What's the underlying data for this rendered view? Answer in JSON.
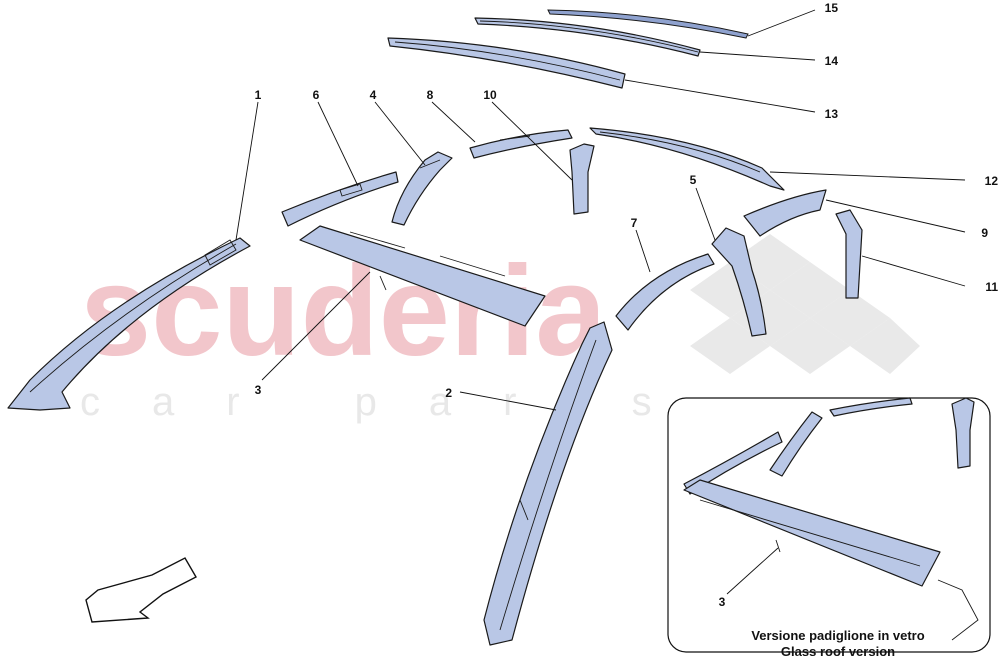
{
  "watermark": {
    "brand": "scuderia",
    "sub": "car parts"
  },
  "callouts": {
    "c1": "1",
    "c2": "2",
    "c3": "3",
    "c4": "4",
    "c5": "5",
    "c6": "6",
    "c7": "7",
    "c8": "8",
    "c9": "9",
    "c10": "10",
    "c11": "11",
    "c12": "12",
    "c13": "13",
    "c14": "14",
    "c15": "15",
    "inset_c3": "3"
  },
  "inset": {
    "caption_line1": "Versione padiglione in vetro",
    "caption_line2": "Glass roof version"
  },
  "colors": {
    "part_fill": "#b9c7e6",
    "watermark": "#f2c6cb"
  }
}
